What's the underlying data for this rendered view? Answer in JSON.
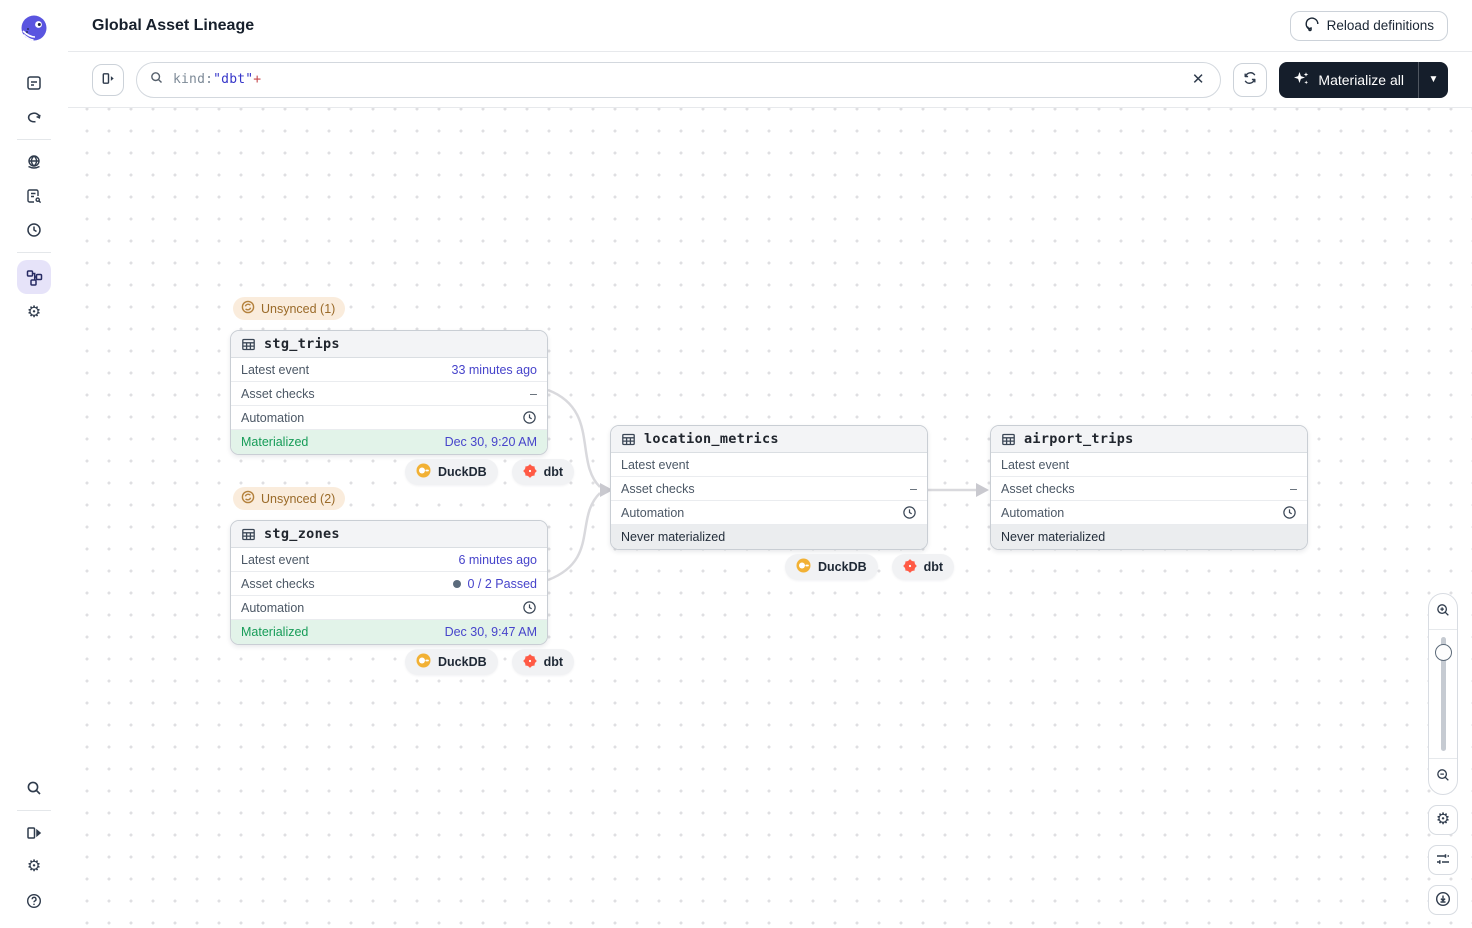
{
  "app": {
    "logo": "dagster-octopus-logo"
  },
  "header": {
    "title": "Global Asset Lineage",
    "reload_button_label": "Reload definitions"
  },
  "toolbar": {
    "search": {
      "token_key": "kind",
      "token_colon": ":",
      "token_value": "\"dbt\"",
      "token_plus": "+"
    },
    "materialize_all_label": "Materialize all"
  },
  "sidebar": {
    "icons_top": [
      "catalog-icon",
      "runs-icon",
      "deployment-icon",
      "jobs-icon",
      "schedules-icon",
      "lineage-icon",
      "settings-icon"
    ],
    "active_icon": "lineage-icon",
    "icons_bottom": [
      "search-icon",
      "expand-panel-icon",
      "gear-icon",
      "help-icon"
    ]
  },
  "canvas": {
    "nodes": [
      {
        "title": "stg_trips",
        "unsynced_badge": "Unsynced (1)",
        "latest_event_label": "Latest event",
        "latest_event_value": "33 minutes ago",
        "asset_checks_label": "Asset checks",
        "asset_checks_value": "–",
        "automation_label": "Automation",
        "status_label": "Materialized",
        "status_value": "Dec 30, 9:20 AM",
        "kinds": [
          "DuckDB",
          "dbt"
        ]
      },
      {
        "title": "stg_zones",
        "unsynced_badge": "Unsynced (2)",
        "latest_event_label": "Latest event",
        "latest_event_value": "6 minutes ago",
        "asset_checks_label": "Asset checks",
        "asset_checks_value": "0 / 2 Passed",
        "automation_label": "Automation",
        "status_label": "Materialized",
        "status_value": "Dec 30, 9:47 AM",
        "kinds": [
          "DuckDB",
          "dbt"
        ]
      },
      {
        "title": "location_metrics",
        "latest_event_label": "Latest event",
        "latest_event_value": "",
        "asset_checks_label": "Asset checks",
        "asset_checks_value": "–",
        "automation_label": "Automation",
        "status_label": "Never materialized",
        "status_value": "",
        "kinds": [
          "DuckDB",
          "dbt"
        ]
      },
      {
        "title": "airport_trips",
        "latest_event_label": "Latest event",
        "latest_event_value": "",
        "asset_checks_label": "Asset checks",
        "asset_checks_value": "–",
        "automation_label": "Automation",
        "status_label": "Never materialized",
        "status_value": "",
        "kinds": []
      }
    ]
  },
  "view_controls": [
    "zoom-in-icon",
    "zoom-slider",
    "zoom-out-icon",
    "gear-icon",
    "filter-icon",
    "recenter-icon"
  ],
  "colors": {
    "brand_purple": "#5a55e0",
    "accent_indigo": "#4744cb",
    "materialized_green": "#179c58",
    "materialized_bg": "#e2f3e9",
    "never_bg": "#ebedef",
    "unsynced_text": "#9a6a28",
    "unsynced_bg": "#faecdc",
    "dbt_orange": "#ff5a45",
    "duckdb_yellow": "#f2b134",
    "dark_button": "#151e2b"
  }
}
